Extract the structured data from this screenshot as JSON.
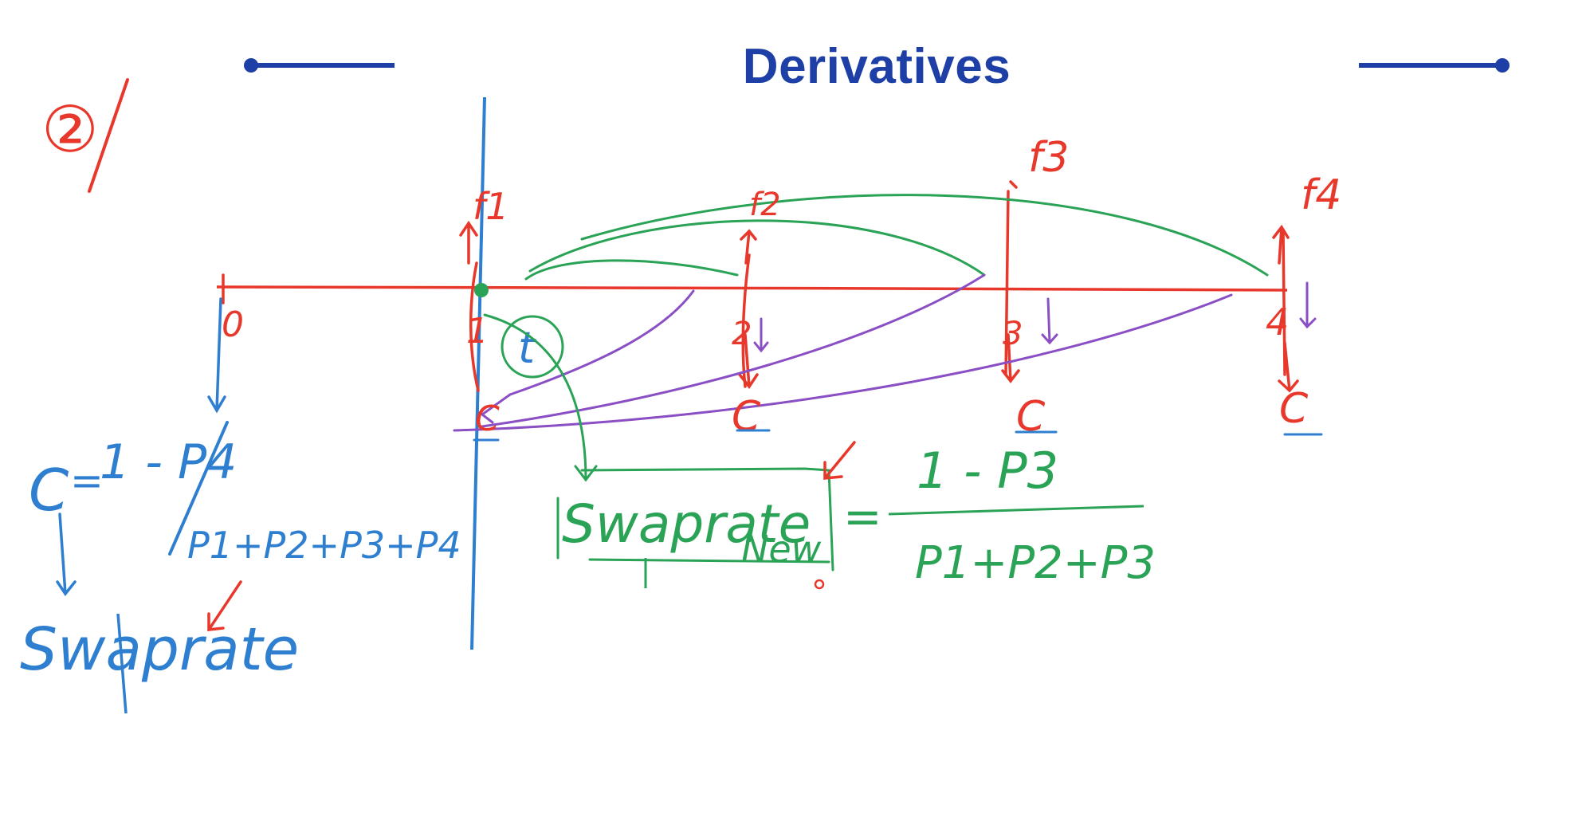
{
  "slide": {
    "title": "Derivatives",
    "colors": {
      "title": "#1d3fa6",
      "timeline": "#e8372b",
      "axis": "#2f7fd0",
      "green": "#2aa356",
      "purple": "#8a4fc4"
    }
  },
  "annotations": {
    "problem_number": "②",
    "time_labels": [
      "0",
      "1",
      "2",
      "3",
      "4"
    ],
    "forward_labels": [
      "f1",
      "f2",
      "f3",
      "f4"
    ],
    "coupon_labels": [
      "C",
      "C",
      "C",
      "C"
    ],
    "t_label": "t",
    "coupon_formula": {
      "lhs": "C",
      "numerator": "1 - P4",
      "denominator": "P1+P2+P3+P4"
    },
    "swap_rate_label": "Swaprate",
    "new_swap_formula": {
      "lhs": "Swaprate",
      "subscript": "New",
      "numerator": "1 - P3",
      "denominator": "P1+P2+P3"
    }
  }
}
